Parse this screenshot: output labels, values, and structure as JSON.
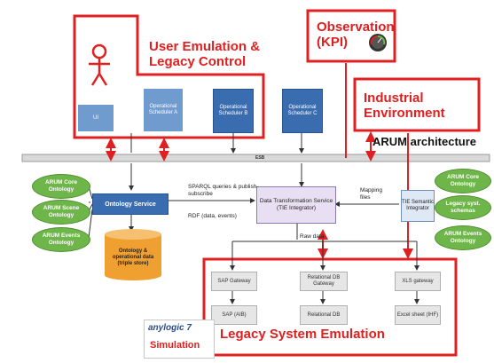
{
  "title": "ARUM architecture",
  "regions": {
    "user_emulation": "User Emulation & Legacy Control",
    "observation": "Observation (KPI)",
    "industrial": "Industrial Environment",
    "legacy": "Legacy System Emulation"
  },
  "esb_label": "ESB",
  "ui": {
    "ui_box": "UI",
    "scheduler_a": "Operational Scheduler A",
    "scheduler_b": "Operational Scheduler B",
    "scheduler_c": "Operational Scheduler C"
  },
  "ontology_service": "Ontology Service",
  "data_transformation": "Data Transformation Service (TIE Integrator)",
  "tie_semantic": "TIE Semantic Integrator",
  "triple_store": "Ontology & operational data (triple store)",
  "left_ellipses": [
    "ARUM Core Ontology",
    "ARUM Scene Ontology",
    "ARUM Events Ontology"
  ],
  "right_ellipses": [
    "ARUM Core Ontology",
    "Legacy syst. schemas",
    "ARUM Events Ontology"
  ],
  "edge_labels": {
    "sparql": "SPARQL queries & publish-subscribe",
    "rdf": "RDF (data, events)",
    "mapping": "Mapping files",
    "raw": "Raw data"
  },
  "gateways": {
    "sap_gateway": "SAP Gateway",
    "relational_gateway": "Relational DB Gateway",
    "xls_gateway": "XLS gateway",
    "sap_aib": "SAP (AIB)",
    "relational_db": "Relational DB",
    "excel": "Excel sheet (IHF)"
  },
  "anylogic": {
    "logo": "anylogic 7",
    "label": "Simulation"
  },
  "colors": {
    "red": "#e02020",
    "blue": "#3a6db0",
    "green": "#6fb64a",
    "orange": "#f0a030",
    "purple": "#e8e0f2"
  }
}
